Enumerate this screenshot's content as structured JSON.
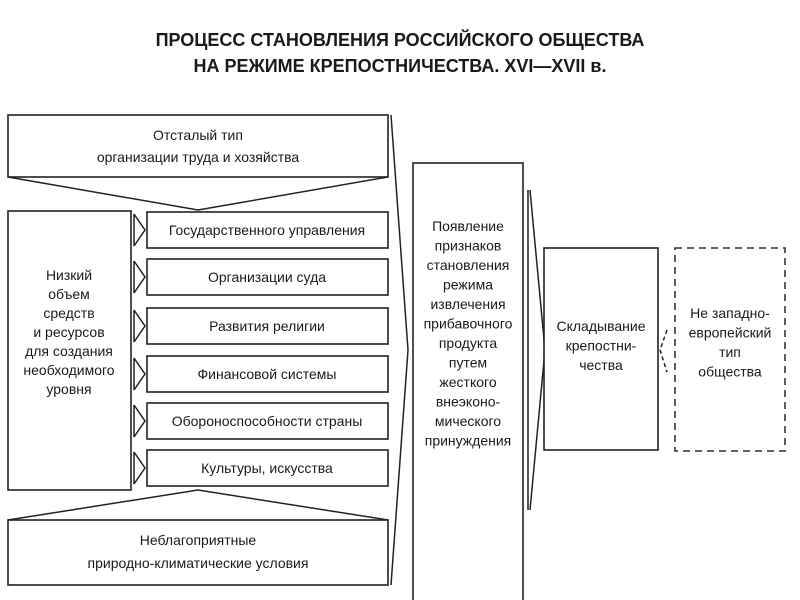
{
  "title": {
    "line1": "ПРОЦЕСС СТАНОВЛЕНИЯ РОССИЙСКОГО ОБЩЕСТВА",
    "line2": "НА РЕЖИМЕ КРЕПОСТНИЧЕСТВА. XVI—XVII в."
  },
  "top_box": {
    "lines": [
      "Отсталый тип",
      "организации труда и хозяйства"
    ]
  },
  "left_box": {
    "lines": [
      "Низкий",
      "объем",
      "средств",
      "и ресурсов",
      "для создания",
      "необходимого",
      "уровня"
    ]
  },
  "areas": [
    "Государственного управления",
    "Организации суда",
    "Развития религии",
    "Финансовой системы",
    "Обороноспособности страны",
    "Культуры, искусства"
  ],
  "bottom_box": {
    "lines": [
      "Неблагоприятные",
      "природно-климатические условия"
    ]
  },
  "middle_box": {
    "lines": [
      "Появление",
      "признаков",
      "становления",
      "режима",
      "извлечения",
      "прибавочного",
      "продукта",
      "путем",
      "жесткого",
      "внеэконо-",
      "мического",
      "принуждения"
    ]
  },
  "result_box": {
    "lines": [
      "Складывание",
      "крепостни-",
      "чества"
    ]
  },
  "outcome_box": {
    "lines": [
      "Не западно-",
      "европейский",
      "тип",
      "общества"
    ]
  }
}
